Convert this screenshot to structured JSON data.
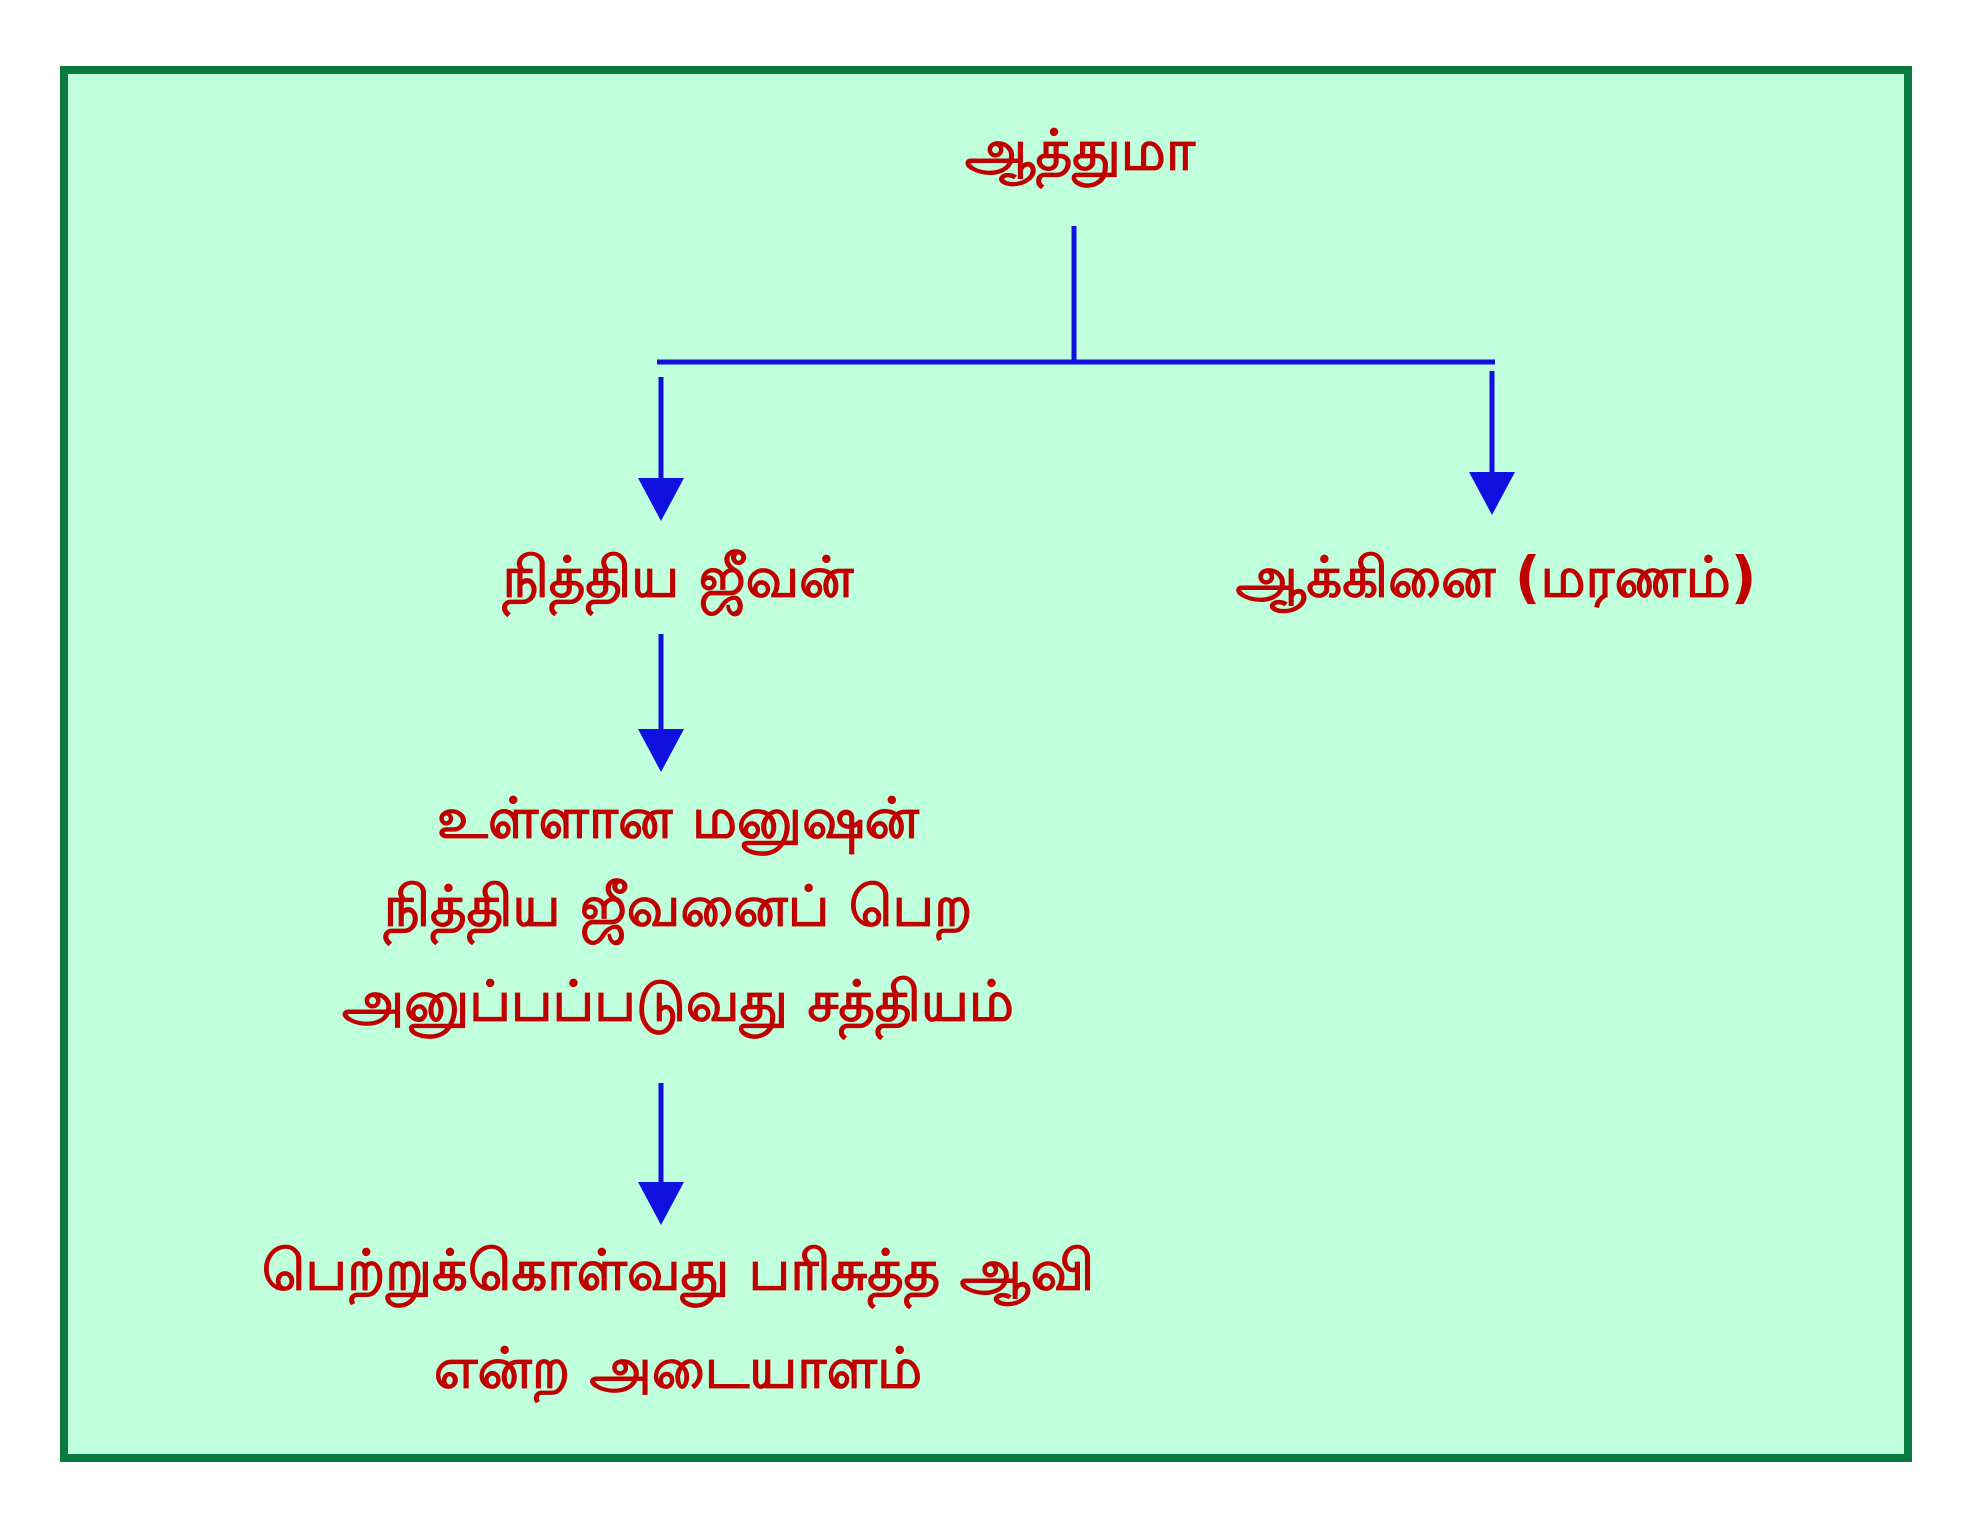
{
  "colors": {
    "border": "#0b7a3e",
    "background": "#bfffdc",
    "text": "#c00000",
    "arrow": "#1010e0"
  },
  "nodes": {
    "root": "ஆத்துமா",
    "left": "நித்திய ஜீவன்",
    "right": "ஆக்கினை (மரணம்)",
    "middle": [
      "உள்ளான மனுஷன்",
      "நித்திய ஜீவனைப் பெற",
      "அனுப்பப்படுவது சத்தியம்"
    ],
    "bottom": [
      "பெற்றுக்கொள்வது பரிசுத்த ஆவி",
      "என்ற அடையாளம்"
    ]
  }
}
